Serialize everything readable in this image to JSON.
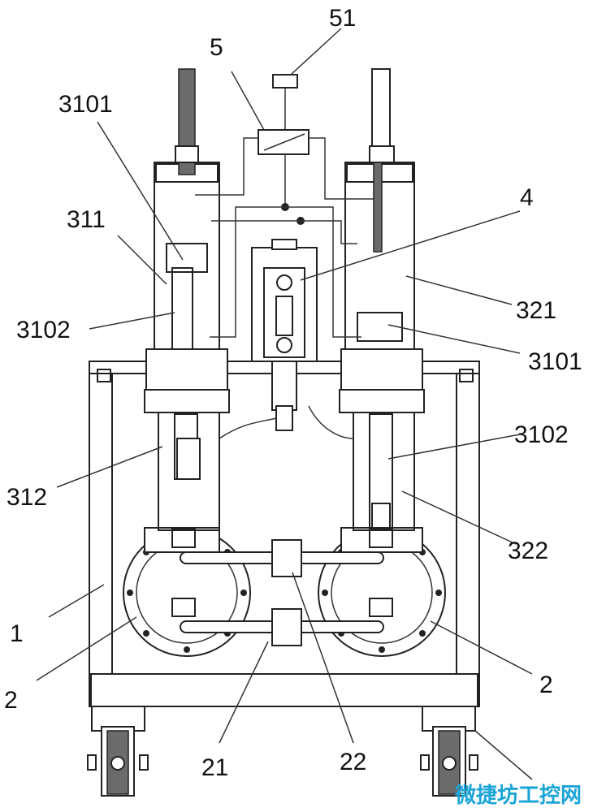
{
  "labels": {
    "l51": "51",
    "l5": "5",
    "l3101a": "3101",
    "l311": "311",
    "l3102a": "3102",
    "l4": "4",
    "l321": "321",
    "l3101b": "3101",
    "l3102b": "3102",
    "l312": "312",
    "l322": "322",
    "l1a": "1",
    "l2a": "2",
    "l2b": "2",
    "l21": "21",
    "l22": "22"
  },
  "watermark": "微捷坊工控网"
}
